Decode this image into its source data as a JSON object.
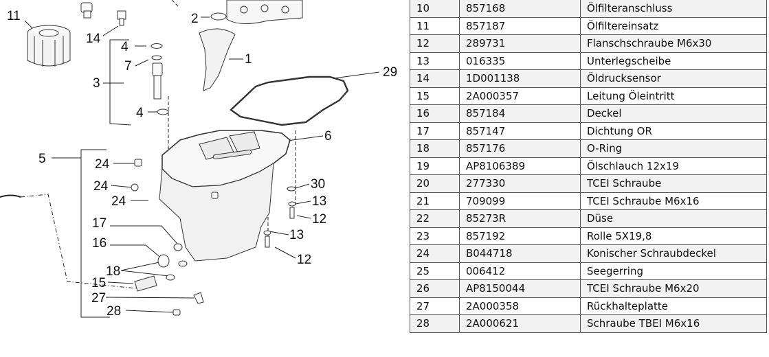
{
  "diagram": {
    "callouts": [
      {
        "id": "c11",
        "text": "11"
      },
      {
        "id": "c14",
        "text": "14"
      },
      {
        "id": "c2",
        "text": "2"
      },
      {
        "id": "c4a",
        "text": "4"
      },
      {
        "id": "c7",
        "text": "7"
      },
      {
        "id": "c1",
        "text": "1"
      },
      {
        "id": "c3",
        "text": "3"
      },
      {
        "id": "c29",
        "text": "29"
      },
      {
        "id": "c4b",
        "text": "4"
      },
      {
        "id": "c6",
        "text": "6"
      },
      {
        "id": "c5",
        "text": "5"
      },
      {
        "id": "c24a",
        "text": "24"
      },
      {
        "id": "c24b",
        "text": "24"
      },
      {
        "id": "c30",
        "text": "30"
      },
      {
        "id": "c24c",
        "text": "24"
      },
      {
        "id": "c13a",
        "text": "13"
      },
      {
        "id": "c12a",
        "text": "12"
      },
      {
        "id": "c17",
        "text": "17"
      },
      {
        "id": "c13b",
        "text": "13"
      },
      {
        "id": "c16",
        "text": "16"
      },
      {
        "id": "c12b",
        "text": "12"
      },
      {
        "id": "c18",
        "text": "18"
      },
      {
        "id": "c15",
        "text": "15"
      },
      {
        "id": "c27",
        "text": "27"
      },
      {
        "id": "c28",
        "text": "28"
      }
    ]
  },
  "parts_table": {
    "rows": [
      {
        "pos": "10",
        "code": "857168",
        "name": "Ölfilteranschluss"
      },
      {
        "pos": "11",
        "code": "857187",
        "name": "Ölfiltereinsatz"
      },
      {
        "pos": "12",
        "code": "289731",
        "name": "Flanschschraube M6x30"
      },
      {
        "pos": "13",
        "code": "016335",
        "name": "Unterlegscheibe"
      },
      {
        "pos": "14",
        "code": "1D001138",
        "name": "Öldrucksensor"
      },
      {
        "pos": "15",
        "code": "2A000357",
        "name": "Leitung Öleintritt"
      },
      {
        "pos": "16",
        "code": "857184",
        "name": "Deckel"
      },
      {
        "pos": "17",
        "code": "857147",
        "name": "Dichtung OR"
      },
      {
        "pos": "18",
        "code": "857176",
        "name": "O-Ring"
      },
      {
        "pos": "19",
        "code": "AP8106389",
        "name": "Ölschlauch 12x19"
      },
      {
        "pos": "20",
        "code": "277330",
        "name": "TCEI Schraube"
      },
      {
        "pos": "21",
        "code": "709099",
        "name": "TCEI Schraube M6x16"
      },
      {
        "pos": "22",
        "code": "85273R",
        "name": "Düse"
      },
      {
        "pos": "23",
        "code": "857192",
        "name": "Rolle 5X19,8"
      },
      {
        "pos": "24",
        "code": "B044718",
        "name": "Konischer Schraubdeckel"
      },
      {
        "pos": "25",
        "code": "006412",
        "name": "Seegerring"
      },
      {
        "pos": "26",
        "code": "AP8150044",
        "name": "TCEI Schraube M6x20"
      },
      {
        "pos": "27",
        "code": "2A000358",
        "name": "Rückhalteplatte"
      },
      {
        "pos": "28",
        "code": "2A000621",
        "name": "Schraube TBEI M6x16"
      }
    ]
  }
}
